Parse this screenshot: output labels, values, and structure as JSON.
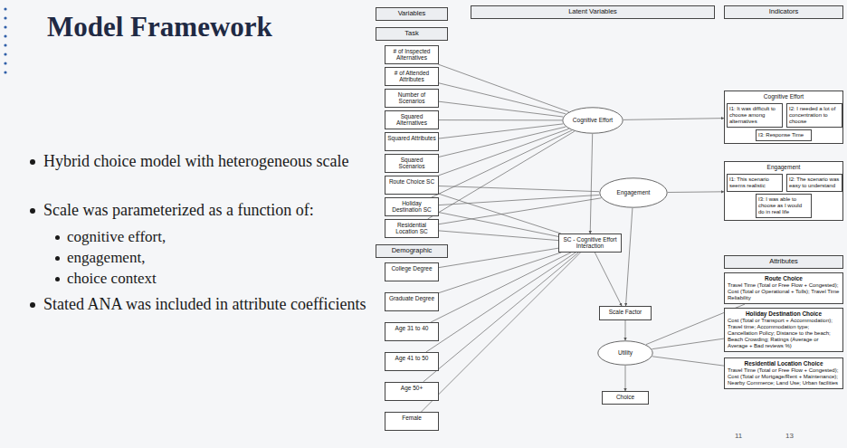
{
  "diagram": {
    "title": "Model Framework",
    "nodes": [
      {
        "text": [
          "Variables"
        ]
      },
      {
        "text": [
          "Task"
        ]
      },
      {
        "text": [
          "# of Inspected Alternatives"
        ]
      },
      {
        "text": [
          "# of Attended Attributes"
        ]
      },
      {
        "text": [
          "Number of Scenarios"
        ]
      },
      {
        "text": [
          "Squared Alternatives"
        ]
      },
      {
        "text": [
          "Squared Attributes"
        ]
      },
      {
        "text": [
          "Squared Scenarios"
        ]
      },
      {
        "text": [
          "Route Choice SC"
        ]
      },
      {
        "text": [
          "Holiday Destination SC"
        ]
      },
      {
        "text": [
          "Residential Location SC"
        ]
      },
      {
        "text": [
          "Demographic"
        ]
      },
      {
        "text": [
          "College Degree"
        ]
      },
      {
        "text": [
          "Graduate Degree"
        ]
      },
      {
        "text": [
          "Age 31 to 40"
        ]
      },
      {
        "text": [
          "Age 41 to 50"
        ]
      },
      {
        "text": [
          "Age 50+"
        ]
      },
      {
        "text": [
          "Female"
        ]
      },
      {
        "text": [
          "Latent Variables"
        ]
      },
      {
        "text": [
          "Indicators"
        ]
      },
      {
        "text": [
          "Cognitive Effort"
        ]
      },
      {
        "text": [
          "Engagement"
        ]
      },
      {
        "text": [
          "SC - Cognitive Effort Interaction"
        ]
      },
      {
        "text": [
          "Scale Factor"
        ]
      },
      {
        "text": [
          "Utility"
        ]
      },
      {
        "text": [
          "Choice"
        ]
      },
      {
        "text": [
          "Cognitive Effort"
        ]
      },
      {
        "text": [
          "I1: It was difficult to choose among alternatives"
        ],
        "in": 26
      },
      {
        "text": [
          "I2: I needed a lot of concentration to choose"
        ],
        "in": 26
      },
      {
        "text": [
          "I3: Response Time"
        ],
        "in": 26
      },
      {
        "text": [
          "Engagement"
        ]
      },
      {
        "text": [
          "I1: This scenario seems realistic"
        ],
        "in": 30
      },
      {
        "text": [
          "I2: The scenario was easy to understand"
        ],
        "in": 30
      },
      {
        "text": [
          "I3: I was able to choose as I would do in real life"
        ],
        "in": 30
      },
      {
        "text": [
          "Attributes"
        ]
      },
      {
        "text": [
          "Route Choice",
          "Travel Time (Total or Free Flow + Congested); Cost (Total or Operational + Tolls); Travel Time Reliability"
        ]
      },
      {
        "text": [
          "Holiday Destination Choice",
          "Cost (Total or Transport + Accommodation); Travel time; Accommodation type; Cancellation Policy; Distance to the beach; Beach Crowding; Ratings (Average or Average + Bad reviews %)"
        ]
      },
      {
        "text": [
          "Residential Location Choice",
          "Travel Time (Total or Free Flow + Congested); Cost (Total or Mortgage/Rent + Maintenance); Nearby Commerce; Land Use; Urban facilities"
        ]
      }
    ],
    "edges": [
      {
        "from": 2,
        "to": 20,
        "arrow": "none"
      },
      {
        "from": 3,
        "to": 20,
        "arrow": "none"
      },
      {
        "from": 4,
        "to": 20,
        "arrow": "none"
      },
      {
        "from": 5,
        "to": 20,
        "arrow": "none"
      },
      {
        "from": 6,
        "to": 20,
        "arrow": "none"
      },
      {
        "from": 7,
        "to": 20,
        "arrow": "none"
      },
      {
        "from": 8,
        "to": 20,
        "arrow": "none"
      },
      {
        "from": 9,
        "to": 20,
        "arrow": "none"
      },
      {
        "from": 10,
        "to": 20,
        "arrow": "none"
      },
      {
        "from": 8,
        "to": 21,
        "arrow": "none"
      },
      {
        "from": 9,
        "to": 21,
        "arrow": "none"
      },
      {
        "from": 10,
        "to": 21,
        "arrow": "none"
      },
      {
        "from": 8,
        "to": 22,
        "arrow": "none"
      },
      {
        "from": 9,
        "to": 22,
        "arrow": "none"
      },
      {
        "from": 10,
        "to": 22,
        "arrow": "none"
      },
      {
        "from": 12,
        "to": 22,
        "arrow": "none"
      },
      {
        "from": 13,
        "to": 22,
        "arrow": "none"
      },
      {
        "from": 14,
        "to": 22,
        "arrow": "none"
      },
      {
        "from": 15,
        "to": 22,
        "arrow": "none"
      },
      {
        "from": 16,
        "to": 22,
        "arrow": "none"
      },
      {
        "from": 17,
        "to": 22,
        "arrow": "none"
      },
      {
        "from": 20,
        "to": 26,
        "arrow": "to"
      },
      {
        "from": 21,
        "to": 30,
        "arrow": "to"
      },
      {
        "from": 20,
        "to": 22,
        "arrow": "to"
      },
      {
        "from": 21,
        "to": 23,
        "arrow": "to"
      },
      {
        "from": 22,
        "to": 23,
        "arrow": "to"
      },
      {
        "from": 23,
        "to": 24,
        "arrow": "to"
      },
      {
        "from": 24,
        "to": 25,
        "arrow": "to"
      },
      {
        "from": 35,
        "to": 24,
        "arrow": "none"
      },
      {
        "from": 36,
        "to": 24,
        "arrow": "none"
      },
      {
        "from": 37,
        "to": 24,
        "arrow": "none"
      }
    ],
    "labels": [
      "Hybrid choice model with heterogeneous scale",
      "Scale was parameterized as a function of:",
      "cognitive effort,",
      "engagement,",
      "choice context",
      "Stated ANA was included in attribute coefficients",
      "11",
      "13"
    ]
  }
}
